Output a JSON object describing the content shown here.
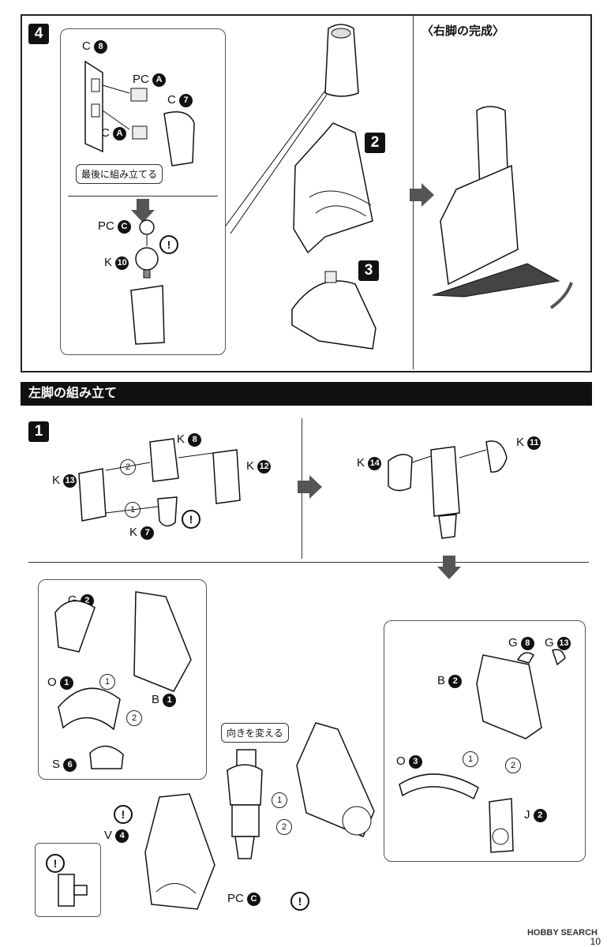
{
  "step4": {
    "number": "4",
    "labels": {
      "c8": "C",
      "c8_num": "8",
      "pca1": "PC",
      "pca1_badge": "A",
      "c7": "C",
      "c7_num": "7",
      "pca2": "PC",
      "pca2_badge": "A",
      "callout": "最後に組み立てる",
      "pcc": "PC",
      "pcc_badge": "C",
      "k10": "K",
      "k10_num": "10",
      "sub2": "2",
      "sub3": "3"
    },
    "completed_title": "〈右脚の完成〉"
  },
  "left_leg": {
    "section_title": "左脚の組み立て",
    "step1": {
      "number": "1",
      "labels": {
        "k8": "K",
        "k8_num": "8",
        "k12": "K",
        "k12_num": "12",
        "k13": "K",
        "k13_num": "13",
        "k7": "K",
        "k7_num": "7",
        "k14": "K",
        "k14_num": "14",
        "k11": "K",
        "k11_num": "11",
        "order1": "1",
        "order2": "2"
      }
    },
    "lower": {
      "g2": "G",
      "g2_num": "2",
      "o1": "O",
      "o1_num": "1",
      "b1": "B",
      "b1_num": "1",
      "s6": "S",
      "s6_num": "6",
      "v4": "V",
      "v4_num": "4",
      "callout": "向きを変える",
      "pcc": "PC",
      "pcc_badge": "C",
      "g8": "G",
      "g8_num": "8",
      "g13": "G",
      "g13_num": "13",
      "b2": "B",
      "b2_num": "2",
      "o3": "O",
      "o3_num": "3",
      "j2": "J",
      "j2_num": "2",
      "order1": "1",
      "order2": "2"
    }
  },
  "footer": {
    "watermark": "HOBBY SEARCH",
    "page_number": "10"
  },
  "warning_symbol": "!",
  "colors": {
    "ink": "#111111",
    "shade": "#555555",
    "dark_plate": "#444444"
  }
}
